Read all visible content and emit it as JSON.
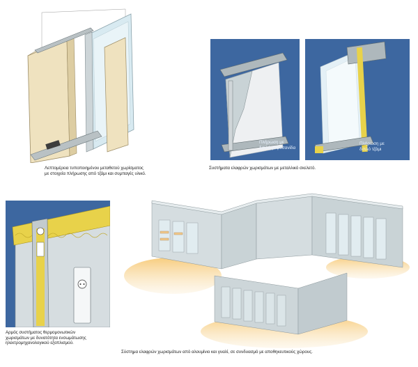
{
  "figures": [
    {
      "id": "fig1",
      "caption_lines": [
        "Λεπτομέρεια τυποποιημένου μεταθετού χωρίσματος",
        "με στοιχεία πλήρωσης από τζάμι και συμπαγές υλικό."
      ],
      "connector_marker": "▪"
    },
    {
      "id": "fig2",
      "caption_lines": [
        "Συστήματα ελαφρών χωρισμάτων με μεταλλικό σκελετό."
      ],
      "connector_marker": "▪",
      "panel_left": {
        "label_lines": [
          "Πλήρωση με",
          "διπλή γυψοσανίδα"
        ],
        "background": "#3d67a0"
      },
      "panel_right": {
        "label_lines": [
          "Πλήρωση με",
          "διπλό τζάμι"
        ],
        "background": "#3d67a0"
      }
    },
    {
      "id": "fig3",
      "caption_lines": [
        "Αρμός συστήματος θερμομονωτικών",
        "χωρισμάτων με δυνατότητα ενσωμάτωσης",
        "ηλεκτρομηχανολογικού εξοπλισμού."
      ],
      "background": "#3d67a0"
    },
    {
      "id": "fig4",
      "caption_lines": [
        "Σύστημα ελαφρών χωρισμάτων από αλουμίνιο και γυαλί, σε συνδυασμό με αποθηκευτικούς χώρους."
      ],
      "connector_marker": "▪"
    }
  ],
  "colors": {
    "panel_blue": "#3d67a0",
    "insulation_yellow": "#e8d24a",
    "wood_beige": "#efe2bf",
    "glass_blue": "#cfe4ee",
    "wall_grey": "#c9d3d6",
    "floor_warm": "#f2b04a"
  }
}
